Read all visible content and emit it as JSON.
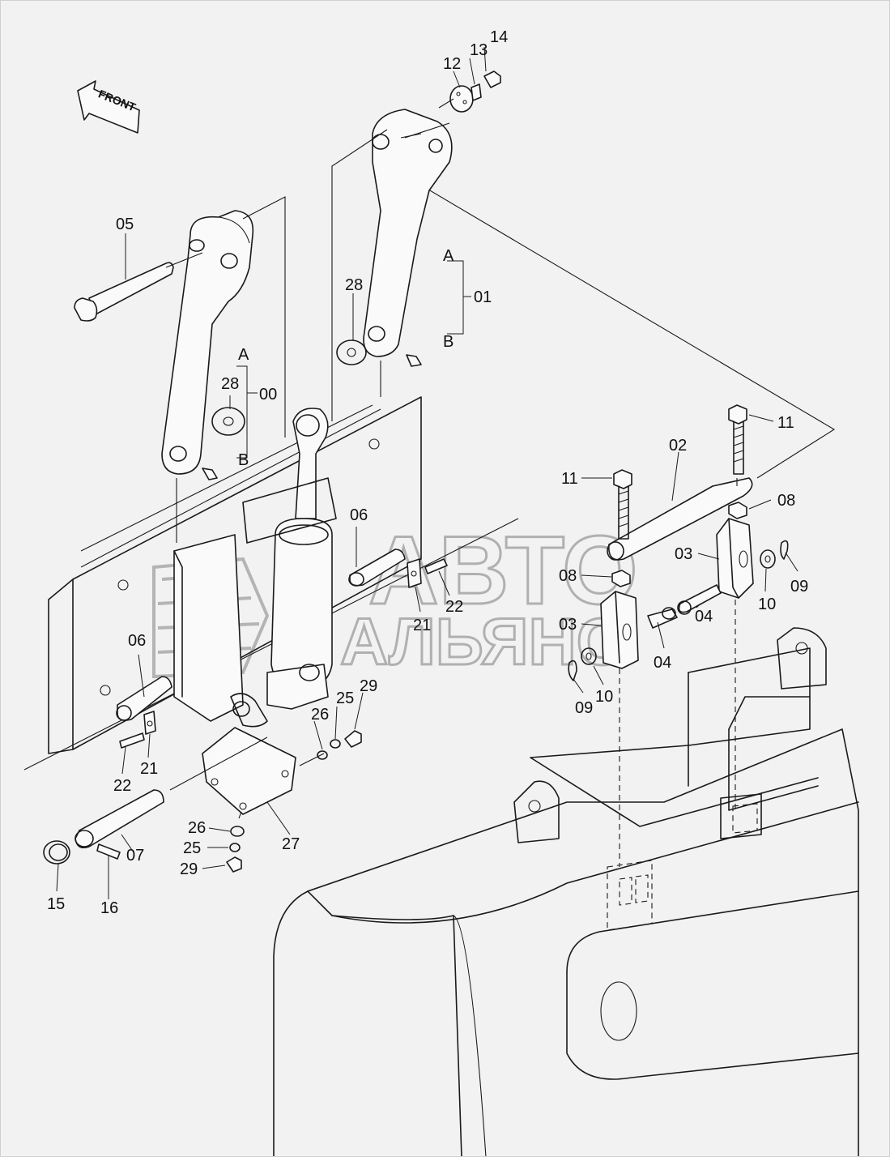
{
  "direction_arrow": {
    "label": "FRONT"
  },
  "watermark": {
    "line1": "АВТО",
    "line2": "АЛЬЯНС",
    "logo_icon": "cab-logo-icon"
  },
  "callouts": {
    "c00": "00",
    "c01": "01",
    "c02": "02",
    "c03a": "03",
    "c03b": "03",
    "c04a": "04",
    "c04b": "04",
    "c05": "05",
    "c06a": "06",
    "c06b": "06",
    "c07": "07",
    "c08a": "08",
    "c08b": "08",
    "c09a": "09",
    "c09b": "09",
    "c10a": "10",
    "c10b": "10",
    "c11a": "11",
    "c11b": "11",
    "c12": "12",
    "c13": "13",
    "c14": "14",
    "c15": "15",
    "c16": "16",
    "c21a": "21",
    "c21b": "21",
    "c22a": "22",
    "c22b": "22",
    "c25a": "25",
    "c25b": "25",
    "c26a": "26",
    "c26b": "26",
    "c27": "27",
    "c28a": "28",
    "c28b": "28",
    "c29a": "29",
    "c29b": "29",
    "A1": "A",
    "B1": "B",
    "A2": "A",
    "B2": "B"
  }
}
